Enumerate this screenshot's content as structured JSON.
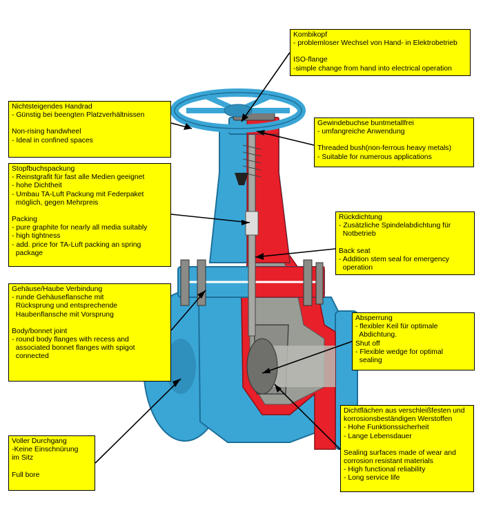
{
  "colors": {
    "label_background": "#ffff00",
    "valve_body": "#3aa6d6",
    "cutaway": "#e8202a",
    "leader_line": "#000000"
  },
  "callouts": {
    "kombikopf": [
      "Kombikopf",
      "- problemloser Wechsel von Hand- in Elektrobetrieb",
      "",
      "ISO-flange",
      "-simple change from hand into electrical operation"
    ],
    "handrad": [
      "Nichtsteigendes Handrad",
      "- Günstig bei beengten Platzverhältnissen",
      "",
      "Non-rising handwheel",
      "- Ideal in confined spaces"
    ],
    "gewinde": [
      "Gewindebuchse buntmetallfrei",
      "- umfangreiche Anwendung",
      "",
      "Threaded bush(non-ferrous heavy metals)",
      "- Suitable for numerous applications"
    ],
    "stopf": [
      "Stopfbuchspackung",
      "- Reinstgrafit für fast alle Medien geeignet",
      "- hohe Dichtheit",
      "- Umbau TA-Luft Packung mit Federpaket",
      "  möglich, gegen Mehrpreis",
      "",
      "Packing",
      "- pure graphite for nearly all media suitably",
      "- high tightness",
      "- add. price for TA-Luft packing an spring",
      "  package"
    ],
    "rueck": [
      "Rückdichtung",
      "- Zusätzliche Spindelabdichtung für",
      "  Notbetrieb",
      "",
      "Back seat",
      "- Addition stem seal for emergency",
      "  operation"
    ],
    "gehaeuse": [
      "Gehäuse/Haube Verbindung",
      "- runde Gehäuseflansche mit",
      "  Rücksprung und entsprechende",
      "  Haubenflansche mit Vorsprung",
      "",
      "Body/bonnet joint",
      "- round body flanges with recess and",
      "  associated bonnet flanges with spigot",
      "  connected"
    ],
    "absperr": [
      "Absperrung",
      "- flexibler Keil für optimale",
      "  Abdichtung.",
      "Shut off",
      "- Flexible wedge for optimal",
      "  sealing"
    ],
    "dicht": [
      "Dichtflächen aus verschleißfesten und",
      "korrosionsbeständigen Werstoffen",
      "- Hohe Funktionssicherheit",
      "- Lange Lebensdauer",
      "",
      "Sealing surfaces made of wear and",
      "corrosion resistant materials",
      "- High functional reliability",
      "- Long service life"
    ],
    "voller": [
      "Voller Durchgang",
      "-Keine Einschnürung",
      "im Sitz",
      "",
      "Full bore"
    ]
  }
}
